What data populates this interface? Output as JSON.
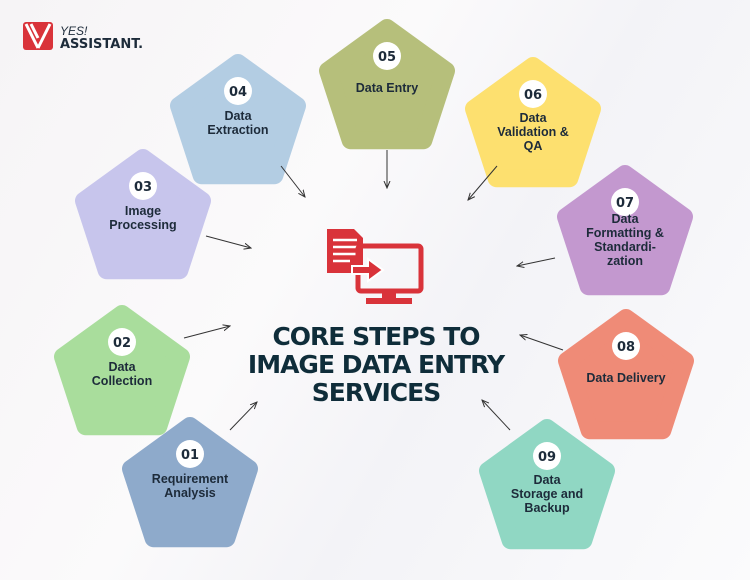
{
  "logo": {
    "line1": "YES!",
    "line2": "ASSISTANT."
  },
  "title": {
    "lines": [
      "CORE STEPS TO",
      "IMAGE DATA ENTRY",
      "SERVICES"
    ]
  },
  "colors": {
    "accent": "#d9333a",
    "text": "#1d2b3a"
  },
  "steps": [
    {
      "number": "01",
      "lines": [
        "Requirement",
        "Analysis"
      ],
      "color": "#8eaacb"
    },
    {
      "number": "02",
      "lines": [
        "Data",
        "Collection"
      ],
      "color": "#a9dd9c"
    },
    {
      "number": "03",
      "lines": [
        "Image",
        "Processing"
      ],
      "color": "#c7c5ec"
    },
    {
      "number": "04",
      "lines": [
        "Data",
        "Extraction"
      ],
      "color": "#b3cde3"
    },
    {
      "number": "05",
      "lines": [
        "Data Entry"
      ],
      "color": "#b6bf7b"
    },
    {
      "number": "06",
      "lines": [
        "Data",
        "Validation &",
        "QA"
      ],
      "color": "#fde06f"
    },
    {
      "number": "07",
      "lines": [
        "Data",
        "Formatting &",
        "Standardi-",
        "zation"
      ],
      "color": "#c398cf"
    },
    {
      "number": "08",
      "lines": [
        "Data Delivery"
      ],
      "color": "#ef8b77"
    },
    {
      "number": "09",
      "lines": [
        "Data",
        "Storage and",
        "Backup"
      ],
      "color": "#90d7c3"
    }
  ]
}
